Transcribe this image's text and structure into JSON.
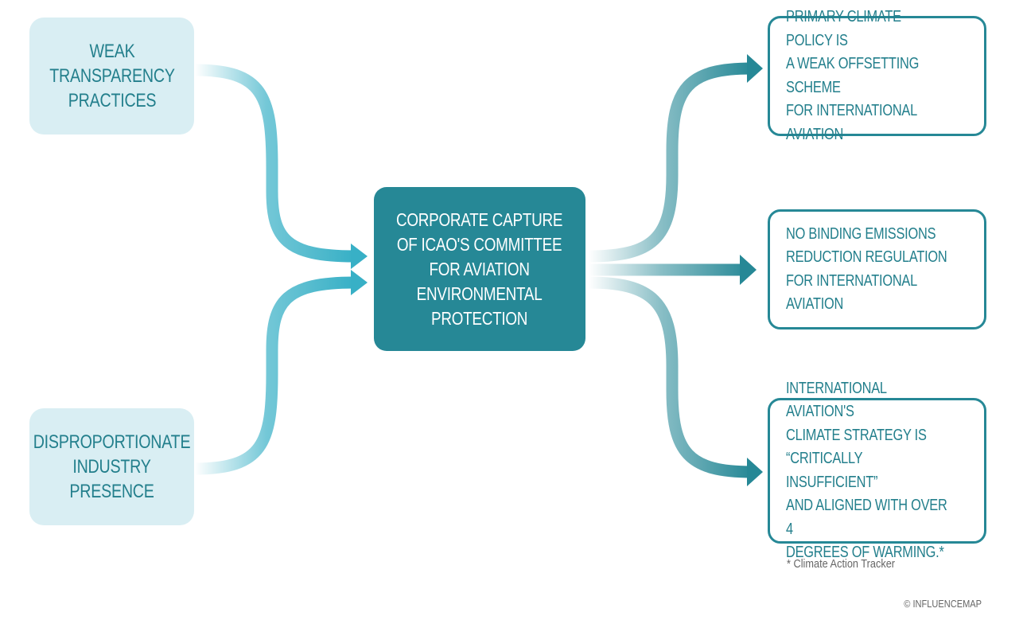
{
  "inputs": [
    {
      "label": "WEAK\nTRANSPARENCY\nPRACTICES"
    },
    {
      "label": "DISPROPORTIONATE\nINDUSTRY\nPRESENCE"
    }
  ],
  "center": {
    "label": "CORPORATE CAPTURE\nOF ICAO'S COMMITTEE\nFOR AVIATION\nENVIRONMENTAL\nPROTECTION"
  },
  "outputs": [
    {
      "label": "PRIMARY CLIMATE POLICY IS\nA WEAK OFFSETTING SCHEME\nFOR INTERNATIONAL AVIATION"
    },
    {
      "label": "NO BINDING EMISSIONS\nREDUCTION REGULATION\nFOR INTERNATIONAL AVIATION"
    },
    {
      "label": "INTERNATIONAL AVIATION'S\nCLIMATE STRATEGY IS\n“CRITICALLY INSUFFICIENT”\nAND ALIGNED WITH OVER 4\nDEGREES OF WARMING.*"
    }
  ],
  "footnote": "*  Climate Action Tracker",
  "credit": "© INFLUENCEMAP",
  "colors": {
    "input_fill": "#d9eef3",
    "input_arrow": "#38b0c6",
    "center_fill": "#268896",
    "output_arrow": "#268896"
  }
}
